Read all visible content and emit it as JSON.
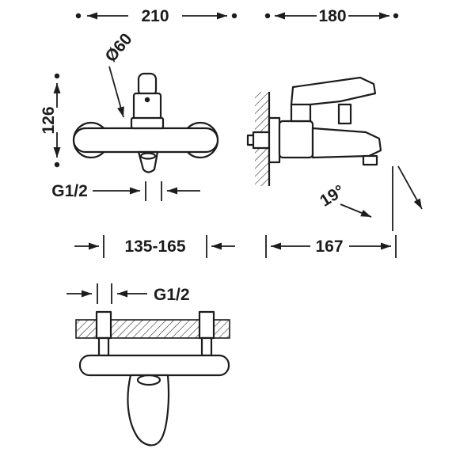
{
  "page": {
    "background": "#ffffff",
    "ink_color": "#1c1c1c"
  },
  "drawing": {
    "labels": {
      "front_width": "210",
      "side_depth": "180",
      "flange_diameter": "Ø60",
      "body_height": "126",
      "outlet_thread": "G1/2",
      "inlet_centers_range": "135-165",
      "spout_projection": "167",
      "spout_angle": "19°",
      "inlet_thread": "G1/2"
    }
  }
}
